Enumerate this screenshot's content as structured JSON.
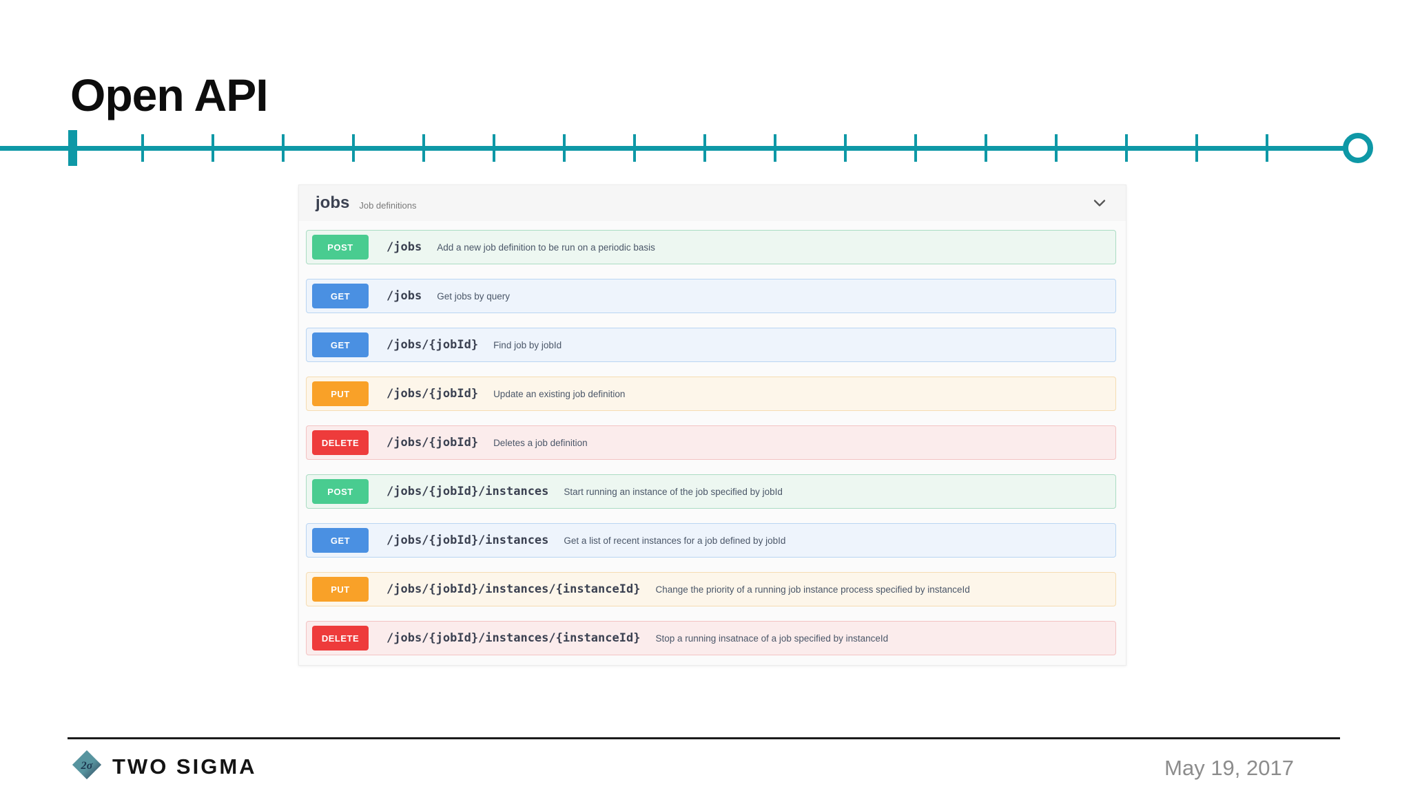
{
  "slide": {
    "title": "Open API",
    "date": "May 19, 2017",
    "brand": "TWO SIGMA",
    "logo_glyph": "2σ"
  },
  "colors": {
    "accent_teal": "#0e98a6",
    "method_post": "#49cc90",
    "method_get": "#4a90e2",
    "method_put": "#f9a128",
    "method_delete": "#ee3b3b"
  },
  "api_panel": {
    "group_name": "jobs",
    "group_description": "Job definitions",
    "chevron_icon": "chevron-down",
    "endpoints": [
      {
        "type": "post",
        "method": "POST",
        "path": "/jobs",
        "description": "Add a new job definition to be run on a periodic basis"
      },
      {
        "type": "get",
        "method": "GET",
        "path": "/jobs",
        "description": "Get jobs by query"
      },
      {
        "type": "get",
        "method": "GET",
        "path": "/jobs/{jobId}",
        "description": "Find job by jobId"
      },
      {
        "type": "put",
        "method": "PUT",
        "path": "/jobs/{jobId}",
        "description": "Update an existing job definition"
      },
      {
        "type": "delete",
        "method": "DELETE",
        "path": "/jobs/{jobId}",
        "description": "Deletes a job definition"
      },
      {
        "type": "post",
        "method": "POST",
        "path": "/jobs/{jobId}/instances",
        "description": "Start running an instance of the job specified by jobId"
      },
      {
        "type": "get",
        "method": "GET",
        "path": "/jobs/{jobId}/instances",
        "description": "Get a list of recent instances for a job defined by jobId"
      },
      {
        "type": "put",
        "method": "PUT",
        "path": "/jobs/{jobId}/instances/{instanceId}",
        "description": "Change the priority of a running job instance process specified by instanceId"
      },
      {
        "type": "delete",
        "method": "DELETE",
        "path": "/jobs/{jobId}/instances/{instanceId}",
        "description": "Stop a running insatnace of a job specified by instanceId"
      }
    ]
  }
}
